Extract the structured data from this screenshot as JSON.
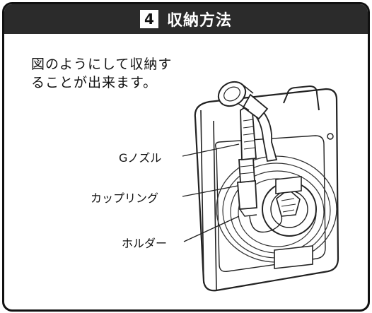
{
  "header": {
    "step_number": "4",
    "title": "収納方法"
  },
  "description": {
    "line1": "図のようにして収納す",
    "line2": "ることが出来ます。"
  },
  "callouts": {
    "nozzle": "Gノズル",
    "coupling": "カップリング",
    "holder": "ホルダー"
  }
}
